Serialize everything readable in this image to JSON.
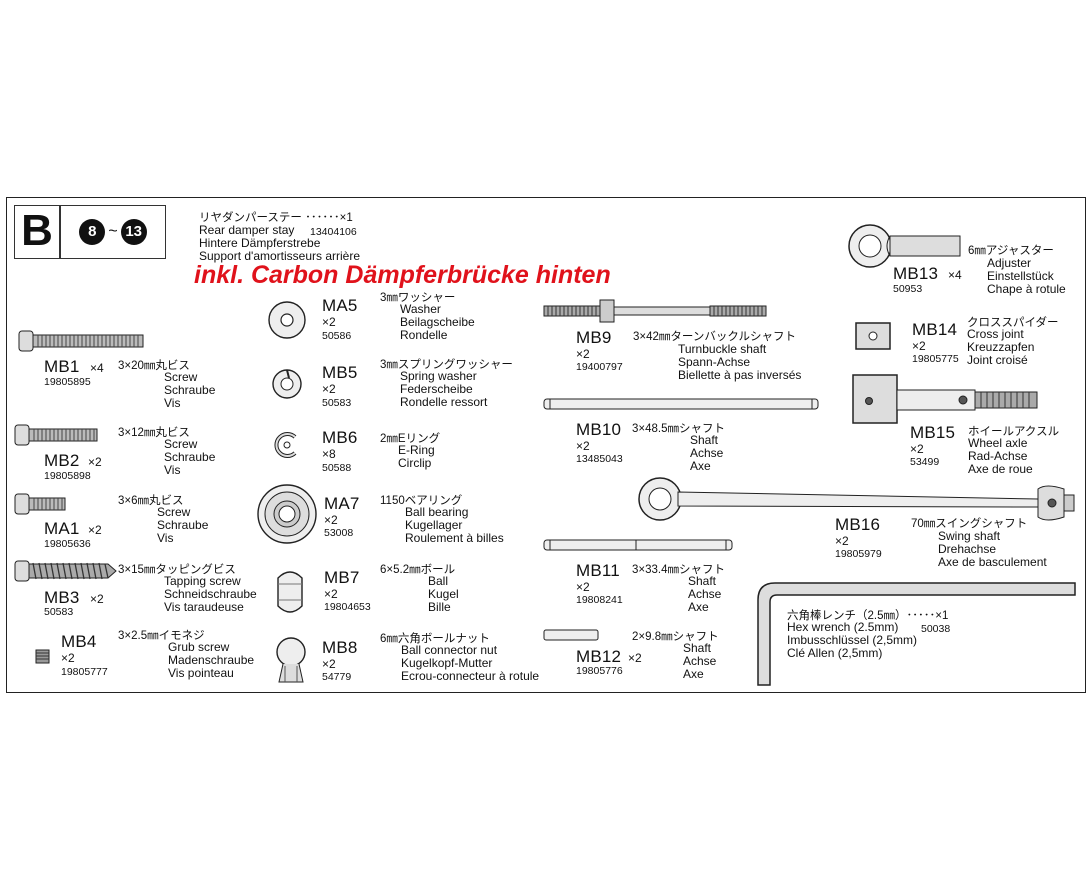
{
  "header": {
    "bag_letter": "B",
    "step_from": "8",
    "step_sep": "~",
    "step_to": "13",
    "stay_jp": "リヤダンパーステー ･･････×1",
    "stay_en": "Rear damper stay",
    "stay_num": "13404106",
    "stay_de": "Hintere Dämpferstrebe",
    "stay_fr": "Support d'amortisseurs arrière",
    "note": "inkl. Carbon Dämpferbrücke hinten"
  },
  "parts": {
    "MB1": {
      "code": "MB1",
      "qty": "×4",
      "num": "19805895",
      "jp": "3×20㎜丸ビス",
      "en": "Screw",
      "de": "Schraube",
      "fr": "Vis"
    },
    "MB2": {
      "code": "MB2",
      "qty": "×2",
      "num": "19805898",
      "jp": "3×12㎜丸ビス",
      "en": "Screw",
      "de": "Schraube",
      "fr": "Vis"
    },
    "MA1": {
      "code": "MA1",
      "qty": "×2",
      "num": "19805636",
      "jp": "3×6㎜丸ビス",
      "en": "Screw",
      "de": "Schraube",
      "fr": "Vis"
    },
    "MB3": {
      "code": "MB3",
      "qty": "×2",
      "num": "50583",
      "jp": "3×15㎜タッピングビス",
      "en": "Tapping screw",
      "de": "Schneidschraube",
      "fr": "Vis taraudeuse"
    },
    "MB4": {
      "code": "MB4",
      "qty": "×2",
      "num": "19805777",
      "jp": "3×2.5㎜イモネジ",
      "en": "Grub screw",
      "de": "Madenschraube",
      "fr": "Vis pointeau"
    },
    "MA5": {
      "code": "MA5",
      "qty": "×2",
      "num": "50586",
      "jp": "3㎜ワッシャー",
      "en": "Washer",
      "de": "Beilagscheibe",
      "fr": "Rondelle"
    },
    "MB5": {
      "code": "MB5",
      "qty": "×2",
      "num": "50583",
      "jp": "3㎜スプリングワッシャー",
      "en": "Spring washer",
      "de": "Federscheibe",
      "fr": "Rondelle ressort"
    },
    "MB6": {
      "code": "MB6",
      "qty": "×8",
      "num": "50588",
      "jp": "2㎜Eリング",
      "en": "E-Ring",
      "de": "Circlip",
      "fr": ""
    },
    "MA7": {
      "code": "MA7",
      "qty": "×2",
      "num": "53008",
      "jp": "1150ベアリング",
      "en": "Ball bearing",
      "de": "Kugellager",
      "fr": "Roulement à billes"
    },
    "MB7": {
      "code": "MB7",
      "qty": "×2",
      "num": "19804653",
      "jp": "6×5.2㎜ボール",
      "en": "Ball",
      "de": "Kugel",
      "fr": "Bille"
    },
    "MB8": {
      "code": "MB8",
      "qty": "×2",
      "num": "54779",
      "jp": "6㎜六角ボールナット",
      "en": "Ball connector nut",
      "de": "Kugelkopf-Mutter",
      "fr": "Ecrou-connecteur à rotule"
    },
    "MB9": {
      "code": "MB9",
      "qty": "×2",
      "num": "19400797",
      "jp": "3×42㎜ターンバックルシャフト",
      "en": "Turnbuckle shaft",
      "de": "Spann-Achse",
      "fr": "Biellette à pas inversés"
    },
    "MB10": {
      "code": "MB10",
      "qty": "×2",
      "num": "13485043",
      "jp": "3×48.5㎜シャフト",
      "en": "Shaft",
      "de": "Achse",
      "fr": "Axe"
    },
    "MB11": {
      "code": "MB11",
      "qty": "×2",
      "num": "19808241",
      "jp": "3×33.4㎜シャフト",
      "en": "Shaft",
      "de": "Achse",
      "fr": "Axe"
    },
    "MB12": {
      "code": "MB12",
      "qty": "×2",
      "num": "19805776",
      "jp": "2×9.8㎜シャフト",
      "en": "Shaft",
      "de": "Achse",
      "fr": "Axe"
    },
    "MB13": {
      "code": "MB13",
      "qty": "×4",
      "num": "50953",
      "jp": "6㎜アジャスター",
      "en": "Adjuster",
      "de": "Einstellstück",
      "fr": "Chape à rotule"
    },
    "MB14": {
      "code": "MB14",
      "qty": "×2",
      "num": "19805775",
      "jp": "クロススパイダー",
      "en": "Cross joint",
      "de": "Kreuzzapfen",
      "fr": "Joint croisé"
    },
    "MB15": {
      "code": "MB15",
      "qty": "×2",
      "num": "53499",
      "jp": "ホイールアクスル",
      "en": "Wheel axle",
      "de": "Rad-Achse",
      "fr": "Axe de roue"
    },
    "MB16": {
      "code": "MB16",
      "qty": "×2",
      "num": "19805979",
      "jp": "70㎜スイングシャフト",
      "en": "Swing shaft",
      "de": "Drehachse",
      "fr": "Axe de basculement"
    },
    "WRENCH": {
      "jp": "六角棒レンチ（2.5㎜）･････×1",
      "en": "Hex wrench (2.5mm)",
      "num": "50038",
      "de": "Imbusschlüssel (2,5mm)",
      "fr": "Clé Allen (2,5mm)"
    }
  }
}
